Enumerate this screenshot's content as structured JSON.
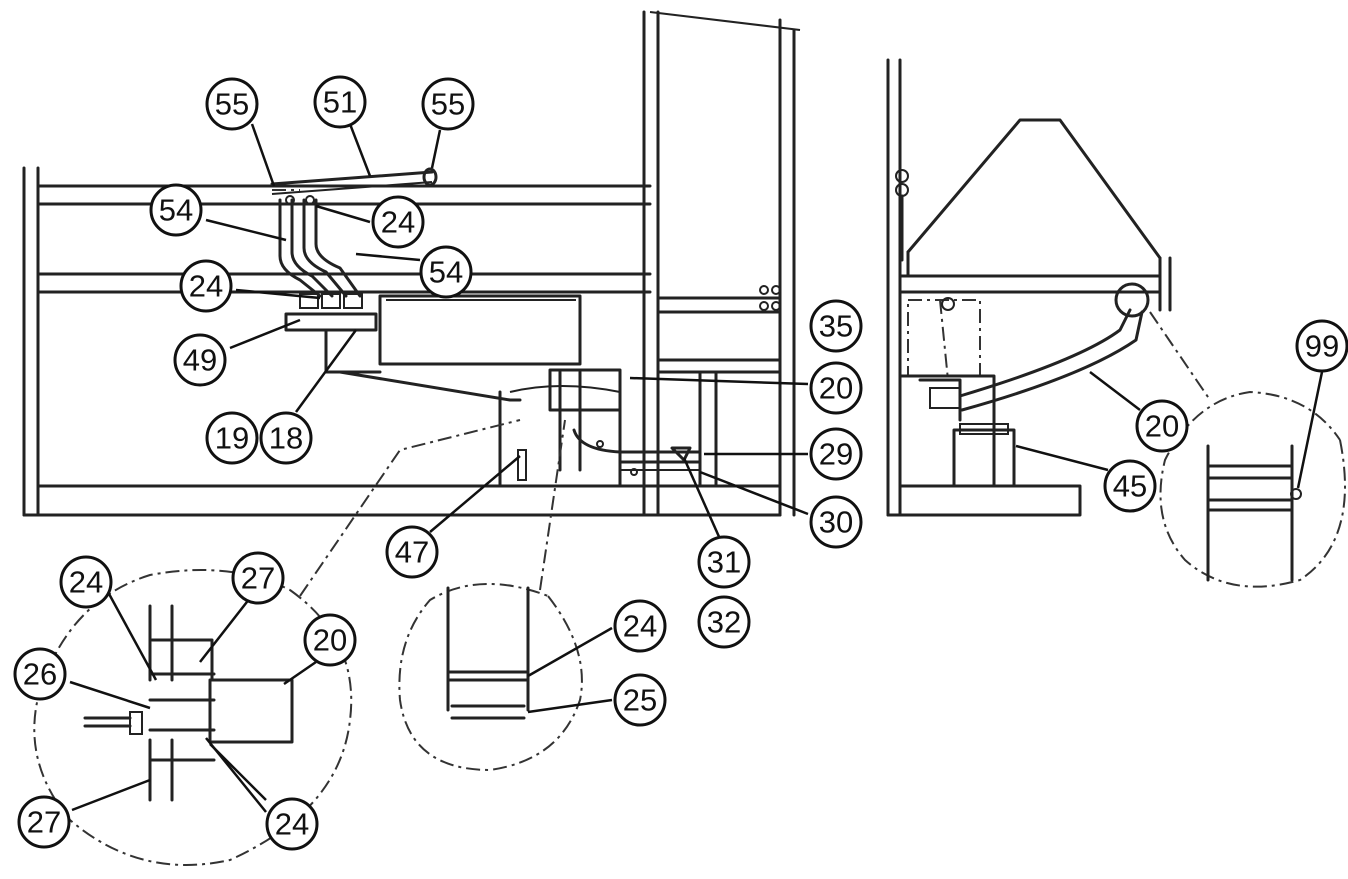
{
  "callouts": [
    "55",
    "51",
    "55",
    "54",
    "24",
    "54",
    "24",
    "49",
    "19",
    "18",
    "20",
    "35",
    "29",
    "30",
    "47",
    "31",
    "32",
    "45",
    "20",
    "99",
    "24",
    "27",
    "26",
    "20",
    "27",
    "24",
    "24",
    "25"
  ]
}
